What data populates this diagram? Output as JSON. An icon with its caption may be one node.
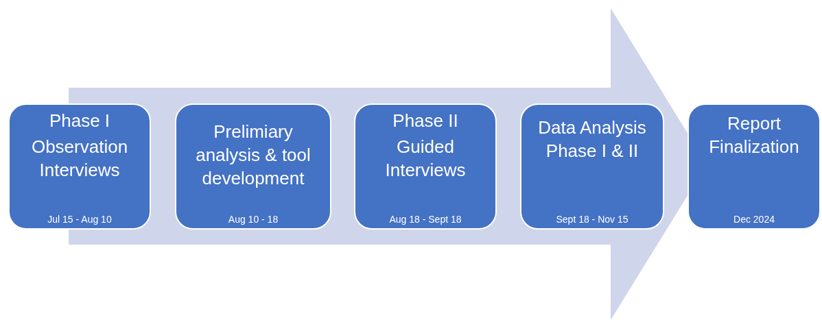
{
  "diagram": {
    "nodes": [
      {
        "text": [
          "Phase I",
          "Observation Interviews",
          "Jul 15 - Aug 10"
        ]
      },
      {
        "text": [
          "Prelimiary analysis & tool development",
          "Aug 10 - 18"
        ]
      },
      {
        "text": [
          "Phase II",
          "Guided Interviews",
          "Aug 18 - Sept 18"
        ]
      },
      {
        "text": [
          "Data Analysis Phase I & II",
          "Sept 18 - Nov 15"
        ]
      },
      {
        "text": [
          "Report Finalization",
          "Dec 2024"
        ]
      }
    ]
  }
}
